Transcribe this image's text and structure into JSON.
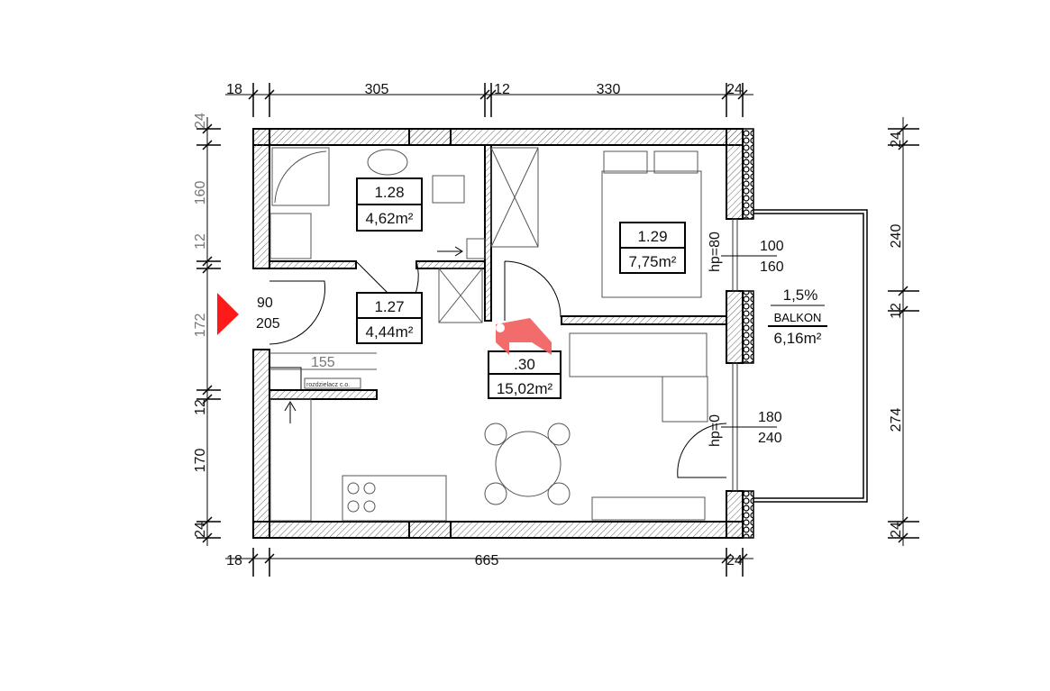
{
  "dimensions": {
    "top": [
      "18",
      "305",
      "12",
      "330",
      "24"
    ],
    "bottom": [
      "18",
      "665",
      "24"
    ],
    "left": [
      "24",
      "160",
      "12",
      "172",
      "12",
      "170",
      "24"
    ],
    "right": [
      "24",
      "240",
      "12",
      "274",
      "24"
    ],
    "hall_width": "155"
  },
  "rooms": [
    {
      "number": "1.28",
      "area": "4,62m²"
    },
    {
      "number": "1.27",
      "area": "4,44m²"
    },
    {
      "number": "1.29",
      "area": "7,75m²"
    },
    {
      "number": ".30",
      "area": "15,02m²"
    }
  ],
  "balcony": {
    "slope": "1,5%",
    "label": "BALKON",
    "area": "6,16m²"
  },
  "entrance_door": {
    "width": "90",
    "height": "205"
  },
  "window_bedroom": {
    "sill": "hp=80",
    "width": "100",
    "height": "160"
  },
  "window_living": {
    "sill": "hp=0",
    "width": "180",
    "height": "240"
  },
  "distributor_label": "rozdzielacz c.o.",
  "colors": {
    "entrance_marker": "#ff1a1a",
    "tag": "#f25c5c",
    "wall": "#000000"
  },
  "icons": [
    "entrance-arrow-icon",
    "house-tag-icon"
  ]
}
